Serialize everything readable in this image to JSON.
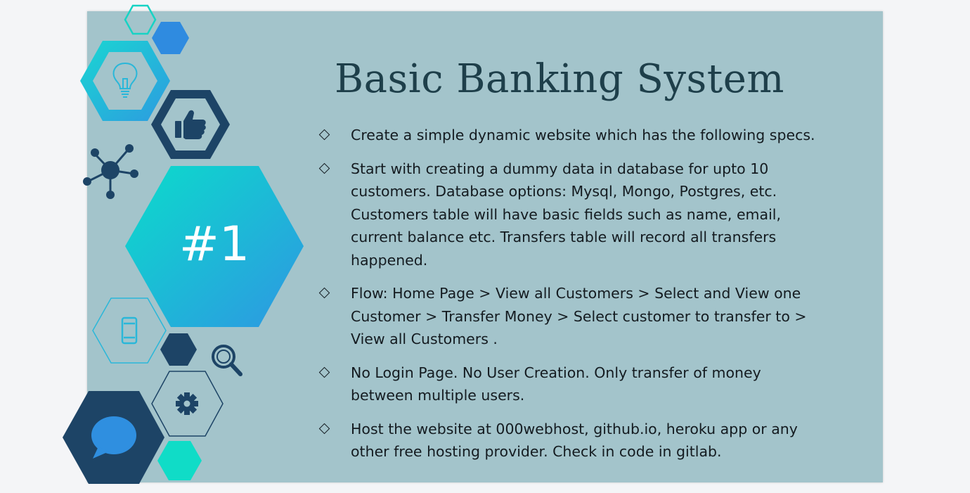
{
  "slide": {
    "title": "Basic Banking System",
    "badge": "#1",
    "bullets": [
      "Create a simple dynamic website which has the following specs.",
      "Start with creating a dummy data in database for upto 10 customers. Database options: Mysql, Mongo, Postgres, etc. Customers table will have basic fields such as name, email, current balance etc. Transfers table will record all transfers happened.",
      "Flow: Home Page > View all Customers > Select and View one Customer > Transfer Money > Select customer to transfer to > View all Customers .",
      "No Login Page. No User Creation. Only transfer of money between multiple users.",
      "Host the website at 000webhost, github.io, heroku app or any other free hosting provider. Check in code in gitlab."
    ]
  },
  "colors": {
    "background": "#a3c4cb",
    "title": "#1e3f4a",
    "navy": "#1d4466",
    "teal": "#0bd9c8",
    "blue": "#2f8fe0",
    "cyan_outline": "#2ab7d9"
  },
  "icons": [
    "lightbulb-icon",
    "thumbs-up-icon",
    "network-icon",
    "smartphone-icon",
    "magnifier-icon",
    "gear-icon",
    "chat-bubble-icon"
  ]
}
